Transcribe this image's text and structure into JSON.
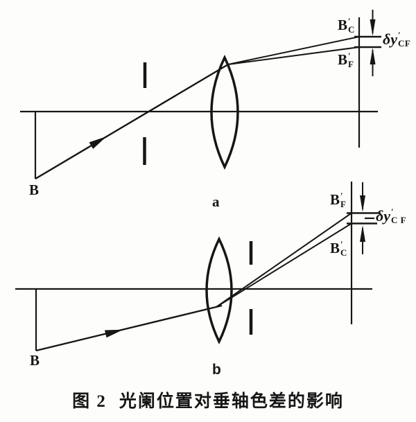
{
  "figure": {
    "caption": {
      "prefix": "图 2",
      "text": "光阑位置对垂轴色差的影响"
    },
    "panel_a": {
      "label": "a",
      "object": {
        "base": "B"
      },
      "image_c": {
        "base": "B",
        "prime": "′",
        "sub": "C"
      },
      "image_f": {
        "base": "B",
        "prime": "′",
        "sub": "F"
      },
      "aberration": {
        "base": "δy",
        "prime": "′",
        "sub": "CF"
      }
    },
    "panel_b": {
      "label": "b",
      "object": {
        "base": "B"
      },
      "image_f": {
        "base": "B",
        "prime": "′",
        "sub": "F"
      },
      "image_c": {
        "base": "B",
        "prime": "′",
        "sub": "C"
      },
      "aberration": {
        "base": "δy",
        "prime": "′",
        "sub": "C F"
      }
    },
    "colors": {
      "ink": "#161616",
      "background": "#fdfdfb"
    }
  }
}
